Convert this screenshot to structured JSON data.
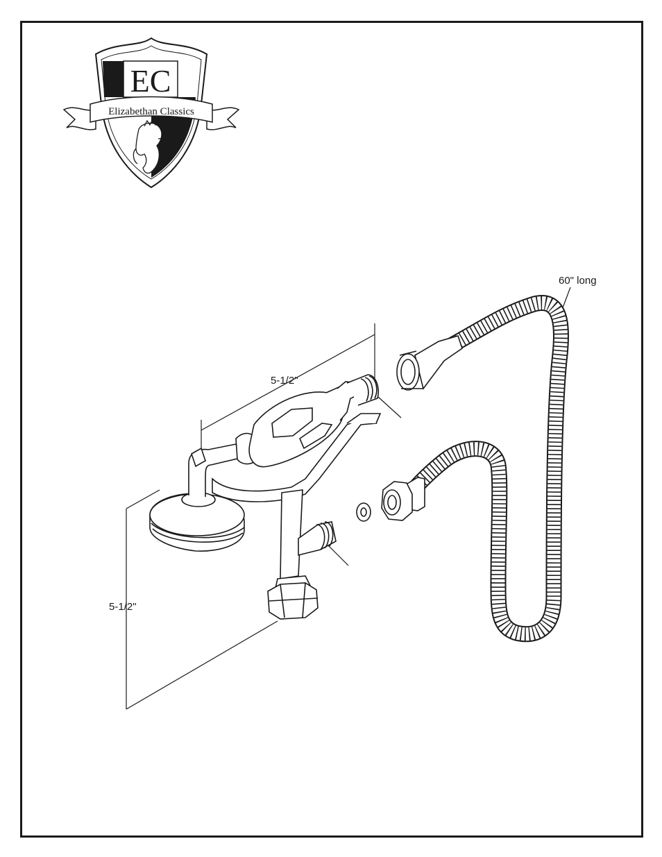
{
  "logo": {
    "initials": "EC",
    "brand_name": "Elizabethan Classics",
    "primary_color": "#1a1a1a"
  },
  "annotations": {
    "hose_length": "60\" long",
    "width_dimension": "5-1/2\"",
    "height_dimension": "5-1/2\""
  }
}
